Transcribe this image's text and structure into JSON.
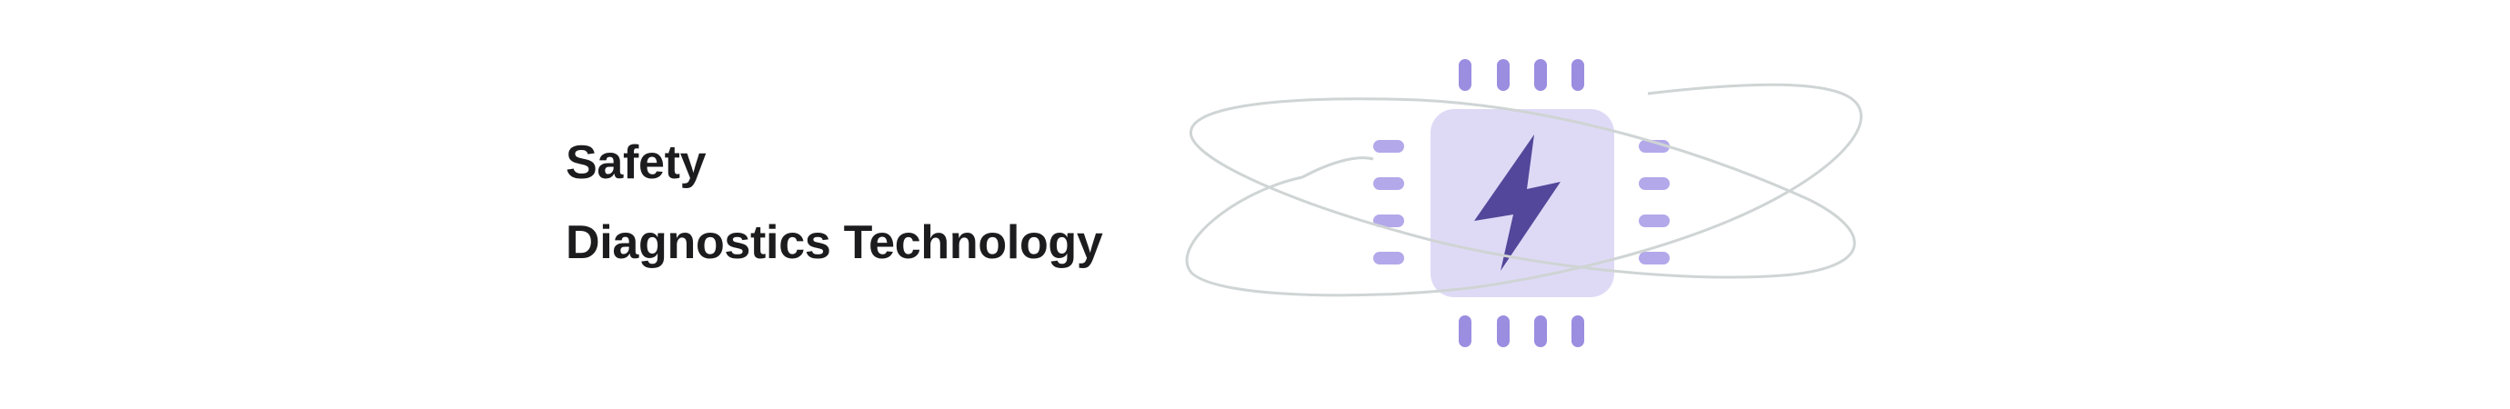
{
  "banner": {
    "title_lines": [
      "Safety",
      "Diagnostics Technology"
    ]
  },
  "illustration": {
    "icon": "chip-lightning-orbit-icon",
    "colors": {
      "background": "#ffffff",
      "text": "#1c1c1e",
      "chip_body": "#dedaf6",
      "bolt": "#52479a",
      "pins": "#9b8de0",
      "pads": "#b3a8ea",
      "orbit": "#cfd4d4"
    },
    "pins_top_count": 4,
    "pins_bottom_count": 4,
    "pads_left_count": 4,
    "pads_right_count": 4
  }
}
